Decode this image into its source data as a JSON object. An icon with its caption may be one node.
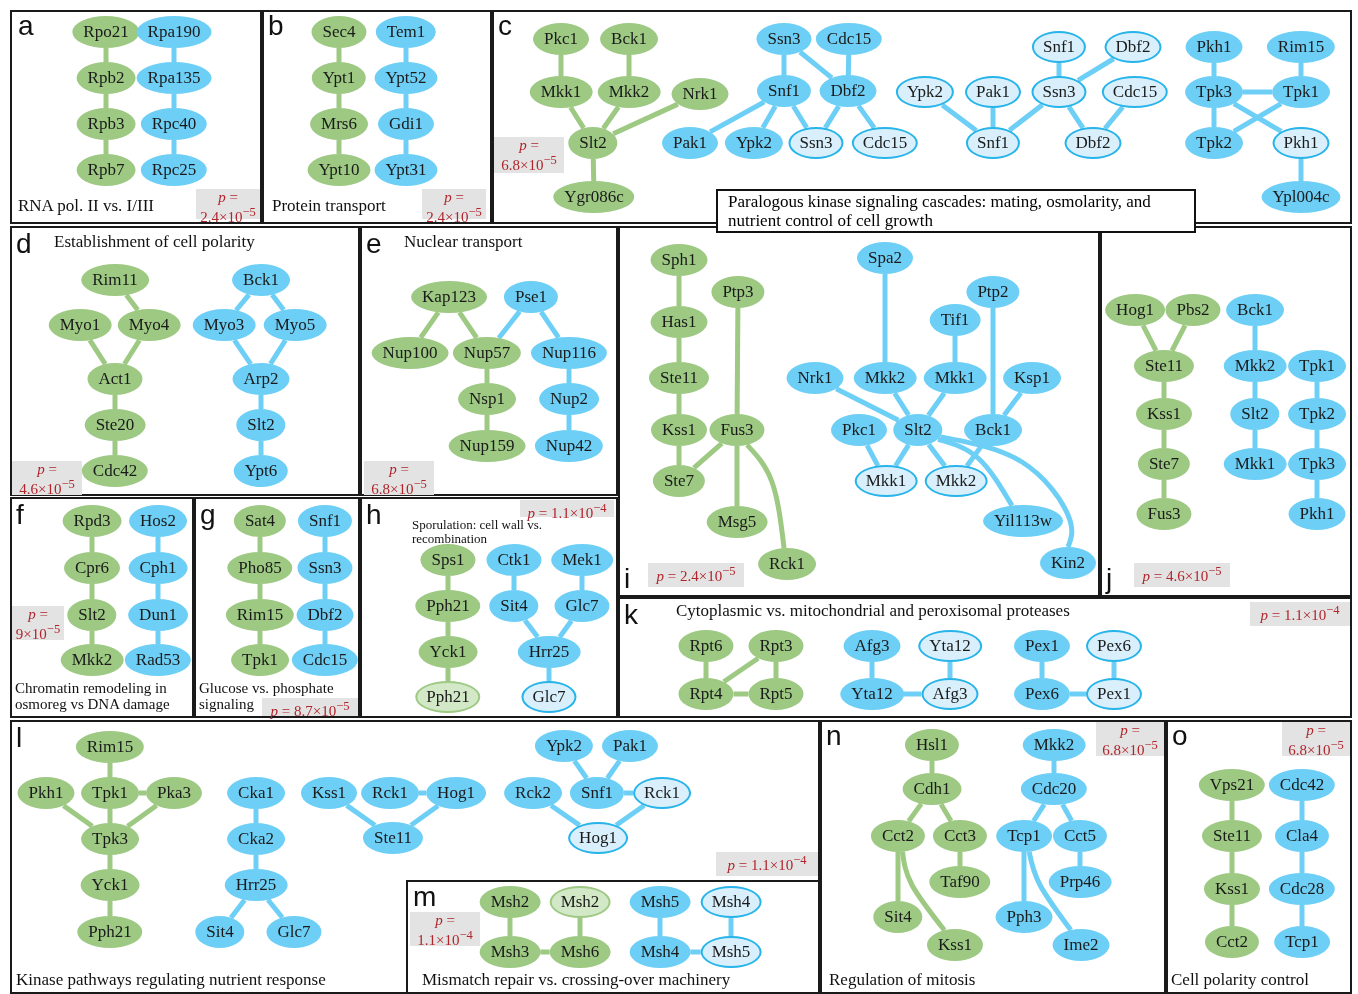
{
  "diagram": {
    "nodes": [
      {
        "text": [
          "a",
          "RNA pol. II vs. I/III",
          "*p* = 2.4×10$^{−5}$"
        ]
      },
      {
        "text": [
          "Rpo21"
        ],
        "in": 0
      },
      {
        "text": [
          "Rpb2"
        ],
        "in": 0
      },
      {
        "text": [
          "Rpb3"
        ],
        "in": 0
      },
      {
        "text": [
          "Rpb7"
        ],
        "in": 0
      },
      {
        "text": [
          "Rpa190"
        ],
        "in": 0
      },
      {
        "text": [
          "Rpa135"
        ],
        "in": 0
      },
      {
        "text": [
          "Rpc40"
        ],
        "in": 0
      },
      {
        "text": [
          "Rpc25"
        ],
        "in": 0
      },
      {
        "text": [
          "b",
          "Protein transport",
          "*p* = 2.4×10$^{−5}$"
        ]
      },
      {
        "text": [
          "Sec4"
        ],
        "in": 9
      },
      {
        "text": [
          "Ypt1"
        ],
        "in": 9
      },
      {
        "text": [
          "Mrs6"
        ],
        "in": 9
      },
      {
        "text": [
          "Ypt10"
        ],
        "in": 9
      },
      {
        "text": [
          "Tem1"
        ],
        "in": 9
      },
      {
        "text": [
          "Ypt52"
        ],
        "in": 9
      },
      {
        "text": [
          "Gdi1"
        ],
        "in": 9
      },
      {
        "text": [
          "Ypt31"
        ],
        "in": 9
      },
      {
        "text": [
          "c",
          "*p* = 6.8×10$^{−5}$"
        ]
      },
      {
        "text": [
          "Pkc1"
        ],
        "in": 18
      },
      {
        "text": [
          "Bck1"
        ],
        "in": 18
      },
      {
        "text": [
          "Mkk1"
        ],
        "in": 18
      },
      {
        "text": [
          "Mkk2"
        ],
        "in": 18
      },
      {
        "text": [
          "Nrk1"
        ],
        "in": 18
      },
      {
        "text": [
          "Slt2"
        ],
        "in": 18
      },
      {
        "text": [
          "Ygr086c"
        ],
        "in": 18
      },
      {
        "text": [
          "Ssn3"
        ],
        "in": 18
      },
      {
        "text": [
          "Cdc15"
        ],
        "in": 18
      },
      {
        "text": [
          "Snf1"
        ],
        "in": 18
      },
      {
        "text": [
          "Dbf2"
        ],
        "in": 18
      },
      {
        "text": [
          "Pak1"
        ],
        "in": 18
      },
      {
        "text": [
          "Ypk2"
        ],
        "in": 18
      },
      {
        "text": [
          "Ssn3"
        ],
        "in": 18
      },
      {
        "text": [
          "Cdc15"
        ],
        "in": 18
      },
      {
        "text": [
          "Snf1"
        ],
        "in": 18
      },
      {
        "text": [
          "Dbf2"
        ],
        "in": 18
      },
      {
        "text": [
          "Ypk2"
        ],
        "in": 18
      },
      {
        "text": [
          "Pak1"
        ],
        "in": 18
      },
      {
        "text": [
          "Ssn3"
        ],
        "in": 18
      },
      {
        "text": [
          "Cdc15"
        ],
        "in": 18
      },
      {
        "text": [
          "Snf1"
        ],
        "in": 18
      },
      {
        "text": [
          "Dbf2"
        ],
        "in": 18
      },
      {
        "text": [
          "Pkh1"
        ],
        "in": 18
      },
      {
        "text": [
          "Rim15"
        ],
        "in": 18
      },
      {
        "text": [
          "Tpk3"
        ],
        "in": 18
      },
      {
        "text": [
          "Tpk1"
        ],
        "in": 18
      },
      {
        "text": [
          "Tpk2"
        ],
        "in": 18
      },
      {
        "text": [
          "Pkh1"
        ],
        "in": 18
      },
      {
        "text": [
          "Ypl004c"
        ],
        "in": 18
      },
      {
        "text": [
          "Paralogous kinase signaling cascades: mating, osmolarity, and nutrient control of cell growth"
        ]
      },
      {
        "text": [
          "d",
          "Establishment of cell polarity",
          "*p* = 4.6×10$^{−5}$"
        ]
      },
      {
        "text": [
          "Rim11"
        ],
        "in": 50
      },
      {
        "text": [
          "Myo1"
        ],
        "in": 50
      },
      {
        "text": [
          "Myo4"
        ],
        "in": 50
      },
      {
        "text": [
          "Act1"
        ],
        "in": 50
      },
      {
        "text": [
          "Ste20"
        ],
        "in": 50
      },
      {
        "text": [
          "Cdc42"
        ],
        "in": 50
      },
      {
        "text": [
          "Bck1"
        ],
        "in": 50
      },
      {
        "text": [
          "Myo3"
        ],
        "in": 50
      },
      {
        "text": [
          "Myo5"
        ],
        "in": 50
      },
      {
        "text": [
          "Arp2"
        ],
        "in": 50
      },
      {
        "text": [
          "Slt2"
        ],
        "in": 50
      },
      {
        "text": [
          "Ypt6"
        ],
        "in": 50
      },
      {
        "text": [
          "e",
          "Nuclear transport",
          "*p* = 6.8×10$^{−5}$"
        ]
      },
      {
        "text": [
          "Kap123"
        ],
        "in": 63
      },
      {
        "text": [
          "Nup100"
        ],
        "in": 63
      },
      {
        "text": [
          "Nup57"
        ],
        "in": 63
      },
      {
        "text": [
          "Nsp1"
        ],
        "in": 63
      },
      {
        "text": [
          "Nup159"
        ],
        "in": 63
      },
      {
        "text": [
          "Pse1"
        ],
        "in": 63
      },
      {
        "text": [
          "Nup116"
        ],
        "in": 63
      },
      {
        "text": [
          "Nup2"
        ],
        "in": 63
      },
      {
        "text": [
          "Nup42"
        ],
        "in": 63
      },
      {
        "text": [
          "f",
          "*p* = 9×10$^{−5}$",
          "Chromatin remodeling in osmoreg vs DNA damage"
        ]
      },
      {
        "text": [
          "Rpd3"
        ],
        "in": 73
      },
      {
        "text": [
          "Cpr6"
        ],
        "in": 73
      },
      {
        "text": [
          "Slt2"
        ],
        "in": 73
      },
      {
        "text": [
          "Mkk2"
        ],
        "in": 73
      },
      {
        "text": [
          "Hos2"
        ],
        "in": 73
      },
      {
        "text": [
          "Cph1"
        ],
        "in": 73
      },
      {
        "text": [
          "Dun1"
        ],
        "in": 73
      },
      {
        "text": [
          "Rad53"
        ],
        "in": 73
      },
      {
        "text": [
          "g",
          "Glucose vs. phosphate signaling",
          "*p* = 8.7×10$^{−5}$"
        ]
      },
      {
        "text": [
          "Sat4"
        ],
        "in": 82
      },
      {
        "text": [
          "Pho85"
        ],
        "in": 82
      },
      {
        "text": [
          "Rim15"
        ],
        "in": 82
      },
      {
        "text": [
          "Tpk1"
        ],
        "in": 82
      },
      {
        "text": [
          "Snf1"
        ],
        "in": 82
      },
      {
        "text": [
          "Ssn3"
        ],
        "in": 82
      },
      {
        "text": [
          "Dbf2"
        ],
        "in": 82
      },
      {
        "text": [
          "Cdc15"
        ],
        "in": 82
      },
      {
        "text": [
          "h",
          "*p* = 1.1×10$^{−4}$",
          "Sporulation: cell wall vs. recombination"
        ]
      },
      {
        "text": [
          "Sps1"
        ],
        "in": 91
      },
      {
        "text": [
          "Pph21"
        ],
        "in": 91
      },
      {
        "text": [
          "Yck1"
        ],
        "in": 91
      },
      {
        "text": [
          "Pph21"
        ],
        "in": 91
      },
      {
        "text": [
          "Ctk1"
        ],
        "in": 91
      },
      {
        "text": [
          "Mek1"
        ],
        "in": 91
      },
      {
        "text": [
          "Sit4"
        ],
        "in": 91
      },
      {
        "text": [
          "Glc7"
        ],
        "in": 91
      },
      {
        "text": [
          "Hrr25"
        ],
        "in": 91
      },
      {
        "text": [
          "Glc7"
        ],
        "in": 91
      },
      {
        "text": [
          "i",
          "*p* = 2.4×10$^{−5}$"
        ]
      },
      {
        "text": [
          "Sph1"
        ],
        "in": 102
      },
      {
        "text": [
          "Ptp3"
        ],
        "in": 102
      },
      {
        "text": [
          "Has1"
        ],
        "in": 102
      },
      {
        "text": [
          "Ste11"
        ],
        "in": 102
      },
      {
        "text": [
          "Kss1"
        ],
        "in": 102
      },
      {
        "text": [
          "Fus3"
        ],
        "in": 102
      },
      {
        "text": [
          "Ste7"
        ],
        "in": 102
      },
      {
        "text": [
          "Msg5"
        ],
        "in": 102
      },
      {
        "text": [
          "Rck1"
        ],
        "in": 102
      },
      {
        "text": [
          "Spa2"
        ],
        "in": 102
      },
      {
        "text": [
          "Ptp2"
        ],
        "in": 102
      },
      {
        "text": [
          "Tif1"
        ],
        "in": 102
      },
      {
        "text": [
          "Nrk1"
        ],
        "in": 102
      },
      {
        "text": [
          "Mkk2"
        ],
        "in": 102
      },
      {
        "text": [
          "Mkk1"
        ],
        "in": 102
      },
      {
        "text": [
          "Ksp1"
        ],
        "in": 102
      },
      {
        "text": [
          "Pkc1"
        ],
        "in": 102
      },
      {
        "text": [
          "Slt2"
        ],
        "in": 102
      },
      {
        "text": [
          "Bck1"
        ],
        "in": 102
      },
      {
        "text": [
          "Mkk1"
        ],
        "in": 102
      },
      {
        "text": [
          "Mkk2"
        ],
        "in": 102
      },
      {
        "text": [
          "Yil113w"
        ],
        "in": 102
      },
      {
        "text": [
          "Kin2"
        ],
        "in": 102
      },
      {
        "text": [
          "j",
          "*p* = 4.6×10$^{−5}$"
        ]
      },
      {
        "text": [
          "Hog1"
        ],
        "in": 126
      },
      {
        "text": [
          "Pbs2"
        ],
        "in": 126
      },
      {
        "text": [
          "Ste11"
        ],
        "in": 126
      },
      {
        "text": [
          "Kss1"
        ],
        "in": 126
      },
      {
        "text": [
          "Ste7"
        ],
        "in": 126
      },
      {
        "text": [
          "Fus3"
        ],
        "in": 126
      },
      {
        "text": [
          "Bck1"
        ],
        "in": 126
      },
      {
        "text": [
          "Mkk2"
        ],
        "in": 126
      },
      {
        "text": [
          "Slt2"
        ],
        "in": 126
      },
      {
        "text": [
          "Mkk1"
        ],
        "in": 126
      },
      {
        "text": [
          "Tpk1"
        ],
        "in": 126
      },
      {
        "text": [
          "Tpk2"
        ],
        "in": 126
      },
      {
        "text": [
          "Tpk3"
        ],
        "in": 126
      },
      {
        "text": [
          "Pkh1"
        ],
        "in": 126
      },
      {
        "text": [
          "k",
          "Cytoplasmic vs. mitochondrial and peroxisomal proteases",
          "*p* = 1.1×10$^{−4}$"
        ]
      },
      {
        "text": [
          "Rpt6"
        ],
        "in": 141
      },
      {
        "text": [
          "Rpt3"
        ],
        "in": 141
      },
      {
        "text": [
          "Rpt4"
        ],
        "in": 141
      },
      {
        "text": [
          "Rpt5"
        ],
        "in": 141
      },
      {
        "text": [
          "Afg3"
        ],
        "in": 141
      },
      {
        "text": [
          "Yta12"
        ],
        "in": 141
      },
      {
        "text": [
          "Yta12"
        ],
        "in": 141
      },
      {
        "text": [
          "Afg3"
        ],
        "in": 141
      },
      {
        "text": [
          "Pex1"
        ],
        "in": 141
      },
      {
        "text": [
          "Pex6"
        ],
        "in": 141
      },
      {
        "text": [
          "Pex6"
        ],
        "in": 141
      },
      {
        "text": [
          "Pex1"
        ],
        "in": 141
      },
      {
        "text": [
          "l",
          "*p* = 1.1×10$^{−4}$",
          "Kinase pathways regulating nutrient response"
        ]
      },
      {
        "text": [
          "Rim15"
        ],
        "in": 154
      },
      {
        "text": [
          "Pkh1"
        ],
        "in": 154
      },
      {
        "text": [
          "Tpk1"
        ],
        "in": 154
      },
      {
        "text": [
          "Pka3"
        ],
        "in": 154
      },
      {
        "text": [
          "Tpk3"
        ],
        "in": 154
      },
      {
        "text": [
          "Yck1"
        ],
        "in": 154
      },
      {
        "text": [
          "Pph21"
        ],
        "in": 154
      },
      {
        "text": [
          "Cka1"
        ],
        "in": 154
      },
      {
        "text": [
          "Cka2"
        ],
        "in": 154
      },
      {
        "text": [
          "Hrr25"
        ],
        "in": 154
      },
      {
        "text": [
          "Sit4"
        ],
        "in": 154
      },
      {
        "text": [
          "Glc7"
        ],
        "in": 154
      },
      {
        "text": [
          "Kss1"
        ],
        "in": 154
      },
      {
        "text": [
          "Rck1"
        ],
        "in": 154
      },
      {
        "text": [
          "Hog1"
        ],
        "in": 154
      },
      {
        "text": [
          "Ste11"
        ],
        "in": 154
      },
      {
        "text": [
          "Ypk2"
        ],
        "in": 154
      },
      {
        "text": [
          "Pak1"
        ],
        "in": 154
      },
      {
        "text": [
          "Rck2"
        ],
        "in": 154
      },
      {
        "text": [
          "Snf1"
        ],
        "in": 154
      },
      {
        "text": [
          "Rck1"
        ],
        "in": 154
      },
      {
        "text": [
          "Hog1"
        ],
        "in": 154
      },
      {
        "text": [
          "m",
          "*p* = 1.1×10$^{−4}$",
          "Mismatch repair vs. crossing-over machinery"
        ],
        "in": 154
      },
      {
        "text": [
          "Msh2"
        ],
        "in": 177
      },
      {
        "text": [
          "Msh2"
        ],
        "in": 177
      },
      {
        "text": [
          "Msh3"
        ],
        "in": 177
      },
      {
        "text": [
          "Msh6"
        ],
        "in": 177
      },
      {
        "text": [
          "Msh5"
        ],
        "in": 177
      },
      {
        "text": [
          "Msh4"
        ],
        "in": 177
      },
      {
        "text": [
          "Msh4"
        ],
        "in": 177
      },
      {
        "text": [
          "Msh5"
        ],
        "in": 177
      },
      {
        "text": [
          "n",
          "*p* = 6.8×10$^{−5}$",
          "Regulation of mitosis"
        ]
      },
      {
        "text": [
          "Hsl1"
        ],
        "in": 186
      },
      {
        "text": [
          "Cdh1"
        ],
        "in": 186
      },
      {
        "text": [
          "Cct2"
        ],
        "in": 186
      },
      {
        "text": [
          "Cct3"
        ],
        "in": 186
      },
      {
        "text": [
          "Taf90"
        ],
        "in": 186
      },
      {
        "text": [
          "Sit4"
        ],
        "in": 186
      },
      {
        "text": [
          "Kss1"
        ],
        "in": 186
      },
      {
        "text": [
          "Mkk2"
        ],
        "in": 186
      },
      {
        "text": [
          "Cdc20"
        ],
        "in": 186
      },
      {
        "text": [
          "Tcp1"
        ],
        "in": 186
      },
      {
        "text": [
          "Cct5"
        ],
        "in": 186
      },
      {
        "text": [
          "Prp46"
        ],
        "in": 186
      },
      {
        "text": [
          "Pph3"
        ],
        "in": 186
      },
      {
        "text": [
          "Ime2"
        ],
        "in": 186
      },
      {
        "text": [
          "o",
          "*p* = 6.8×10$^{−5}$",
          "Cell polarity control"
        ]
      },
      {
        "text": [
          "Vps21"
        ],
        "in": 201
      },
      {
        "text": [
          "Ste11"
        ],
        "in": 201
      },
      {
        "text": [
          "Kss1"
        ],
        "in": 201
      },
      {
        "text": [
          "Cct2"
        ],
        "in": 201
      },
      {
        "text": [
          "Cdc42"
        ],
        "in": 201
      },
      {
        "text": [
          "Cla4"
        ],
        "in": 201
      },
      {
        "text": [
          "Cdc28"
        ],
        "in": 201
      },
      {
        "text": [
          "Tcp1"
        ],
        "in": 201
      }
    ],
    "edges": [
      {
        "from": 1,
        "to": 2,
        "arrow": "none",
        "color": "#9dc983"
      },
      {
        "from": 2,
        "to": 3,
        "arrow": "none",
        "color": "#9dc983"
      },
      {
        "from": 3,
        "to": 4,
        "arrow": "none",
        "color": "#9dc983"
      },
      {
        "from": 5,
        "to": 6,
        "arrow": "none"
      },
      {
        "from": 6,
        "to": 7,
        "arrow": "none"
      },
      {
        "from": 7,
        "to": 8,
        "arrow": "none"
      },
      {
        "from": 10,
        "to": 11,
        "arrow": "none",
        "color": "#9dc983"
      },
      {
        "from": 11,
        "to": 12,
        "arrow": "none",
        "color": "#9dc983"
      },
      {
        "from": 12,
        "to": 13,
        "arrow": "none",
        "color": "#9dc983"
      },
      {
        "from": 14,
        "to": 15,
        "arrow": "none"
      },
      {
        "from": 15,
        "to": 16,
        "arrow": "none"
      },
      {
        "from": 16,
        "to": 17,
        "arrow": "none"
      },
      {
        "from": 19,
        "to": 21,
        "arrow": "none",
        "color": "#9dc983"
      },
      {
        "from": 20,
        "to": 22,
        "arrow": "none",
        "color": "#9dc983"
      },
      {
        "from": 21,
        "to": 24,
        "arrow": "none",
        "color": "#9dc983"
      },
      {
        "from": 22,
        "to": 24,
        "arrow": "none",
        "color": "#9dc983"
      },
      {
        "from": 23,
        "to": 24,
        "arrow": "none",
        "color": "#9dc983"
      },
      {
        "from": 24,
        "to": 25,
        "arrow": "none",
        "color": "#9dc983"
      },
      {
        "from": 26,
        "to": 28,
        "arrow": "none"
      },
      {
        "from": 26,
        "to": 29,
        "arrow": "none"
      },
      {
        "from": 27,
        "to": 29,
        "arrow": "none"
      },
      {
        "from": 28,
        "to": 30,
        "arrow": "none"
      },
      {
        "from": 28,
        "to": 31,
        "arrow": "none"
      },
      {
        "from": 28,
        "to": 32,
        "arrow": "none"
      },
      {
        "from": 29,
        "to": 32,
        "arrow": "none"
      },
      {
        "from": 29,
        "to": 33,
        "arrow": "none"
      },
      {
        "from": 34,
        "to": 38,
        "arrow": "none"
      },
      {
        "from": 35,
        "to": 38,
        "arrow": "none"
      },
      {
        "from": 36,
        "to": 40,
        "arrow": "none"
      },
      {
        "from": 37,
        "to": 40,
        "arrow": "none"
      },
      {
        "from": 38,
        "to": 40,
        "arrow": "none"
      },
      {
        "from": 38,
        "to": 41,
        "arrow": "none"
      },
      {
        "from": 39,
        "to": 41,
        "arrow": "none"
      },
      {
        "from": 42,
        "to": 44,
        "arrow": "none"
      },
      {
        "from": 43,
        "to": 45,
        "arrow": "none"
      },
      {
        "from": 44,
        "to": 45,
        "arrow": "none"
      },
      {
        "from": 44,
        "to": 46,
        "arrow": "none"
      },
      {
        "from": 44,
        "to": 47,
        "arrow": "none"
      },
      {
        "from": 45,
        "to": 46,
        "arrow": "none"
      },
      {
        "from": 47,
        "to": 48,
        "arrow": "none"
      },
      {
        "from": 51,
        "to": 53,
        "arrow": "none",
        "color": "#9dc983"
      },
      {
        "from": 52,
        "to": 54,
        "arrow": "none",
        "color": "#9dc983"
      },
      {
        "from": 53,
        "to": 54,
        "arrow": "none",
        "color": "#9dc983"
      },
      {
        "from": 54,
        "to": 55,
        "arrow": "none",
        "color": "#9dc983"
      },
      {
        "from": 55,
        "to": 56,
        "arrow": "none",
        "color": "#9dc983"
      },
      {
        "from": 57,
        "to": 58,
        "arrow": "none"
      },
      {
        "from": 57,
        "to": 59,
        "arrow": "none"
      },
      {
        "from": 58,
        "to": 60,
        "arrow": "none"
      },
      {
        "from": 59,
        "to": 60,
        "arrow": "none"
      },
      {
        "from": 60,
        "to": 61,
        "arrow": "none"
      },
      {
        "from": 61,
        "to": 62,
        "arrow": "none"
      },
      {
        "from": 64,
        "to": 65,
        "arrow": "none",
        "color": "#9dc983"
      },
      {
        "from": 64,
        "to": 66,
        "arrow": "none",
        "color": "#9dc983"
      },
      {
        "from": 66,
        "to": 67,
        "arrow": "none",
        "color": "#9dc983"
      },
      {
        "from": 67,
        "to": 68,
        "arrow": "none",
        "color": "#9dc983"
      },
      {
        "from": 69,
        "to": 66,
        "arrow": "none"
      },
      {
        "from": 69,
        "to": 70,
        "arrow": "none"
      },
      {
        "from": 70,
        "to": 71,
        "arrow": "none"
      },
      {
        "from": 71,
        "to": 72,
        "arrow": "none"
      },
      {
        "from": 74,
        "to": 75,
        "arrow": "none",
        "color": "#9dc983"
      },
      {
        "from": 75,
        "to": 76,
        "arrow": "none",
        "color": "#9dc983"
      },
      {
        "from": 76,
        "to": 77,
        "arrow": "none",
        "color": "#9dc983"
      },
      {
        "from": 78,
        "to": 79,
        "arrow": "none"
      },
      {
        "from": 79,
        "to": 80,
        "arrow": "none"
      },
      {
        "from": 80,
        "to": 81,
        "arrow": "none"
      },
      {
        "from": 83,
        "to": 84,
        "arrow": "none",
        "color": "#9dc983"
      },
      {
        "from": 84,
        "to": 85,
        "arrow": "none",
        "color": "#9dc983"
      },
      {
        "from": 85,
        "to": 86,
        "arrow": "none",
        "color": "#9dc983"
      },
      {
        "from": 87,
        "to": 88,
        "arrow": "none"
      },
      {
        "from": 88,
        "to": 89,
        "arrow": "none"
      },
      {
        "from": 89,
        "to": 90,
        "arrow": "none"
      },
      {
        "from": 92,
        "to": 93,
        "arrow": "none",
        "color": "#9dc983"
      },
      {
        "from": 93,
        "to": 94,
        "arrow": "none",
        "color": "#9dc983"
      },
      {
        "from": 94,
        "to": 95,
        "arrow": "none",
        "color": "#9dc983"
      },
      {
        "from": 96,
        "to": 98,
        "arrow": "none"
      },
      {
        "from": 97,
        "to": 99,
        "arrow": "none"
      },
      {
        "from": 98,
        "to": 100,
        "arrow": "none"
      },
      {
        "from": 99,
        "to": 100,
        "arrow": "none"
      },
      {
        "from": 100,
        "to": 101,
        "arrow": "none"
      },
      {
        "from": 103,
        "to": 105,
        "arrow": "none",
        "color": "#9dc983"
      },
      {
        "from": 105,
        "to": 106,
        "arrow": "none",
        "color": "#9dc983"
      },
      {
        "from": 106,
        "to": 107,
        "arrow": "none",
        "color": "#9dc983"
      },
      {
        "from": 107,
        "to": 109,
        "arrow": "none",
        "color": "#9dc983"
      },
      {
        "from": 104,
        "to": 108,
        "arrow": "none",
        "color": "#9dc983"
      },
      {
        "from": 108,
        "to": 109,
        "arrow": "none",
        "color": "#9dc983"
      },
      {
        "from": 108,
        "to": 110,
        "arrow": "none",
        "color": "#9dc983"
      },
      {
        "from": 108,
        "to": 111,
        "arrow": "none",
        "color": "#9dc983"
      },
      {
        "from": 112,
        "to": 116,
        "arrow": "none"
      },
      {
        "from": 114,
        "to": 117,
        "arrow": "none"
      },
      {
        "from": 113,
        "to": 121,
        "arrow": "none"
      },
      {
        "from": 118,
        "to": 121,
        "arrow": "none"
      },
      {
        "from": 115,
        "to": 120,
        "arrow": "none"
      },
      {
        "from": 116,
        "to": 120,
        "arrow": "none"
      },
      {
        "from": 117,
        "to": 120,
        "arrow": "none"
      },
      {
        "from": 119,
        "to": 122,
        "arrow": "none"
      },
      {
        "from": 120,
        "to": 122,
        "arrow": "none"
      },
      {
        "from": 120,
        "to": 123,
        "arrow": "none"
      },
      {
        "from": 121,
        "to": 123,
        "arrow": "none"
      },
      {
        "from": 120,
        "to": 124,
        "arrow": "none"
      },
      {
        "from": 120,
        "to": 125,
        "arrow": "none"
      },
      {
        "from": 127,
        "to": 129,
        "arrow": "none",
        "color": "#9dc983"
      },
      {
        "from": 128,
        "to": 129,
        "arrow": "none",
        "color": "#9dc983"
      },
      {
        "from": 129,
        "to": 130,
        "arrow": "none",
        "color": "#9dc983"
      },
      {
        "from": 130,
        "to": 131,
        "arrow": "none",
        "color": "#9dc983"
      },
      {
        "from": 131,
        "to": 132,
        "arrow": "none",
        "color": "#9dc983"
      },
      {
        "from": 133,
        "to": 134,
        "arrow": "none"
      },
      {
        "from": 134,
        "to": 135,
        "arrow": "none"
      },
      {
        "from": 135,
        "to": 136,
        "arrow": "none"
      },
      {
        "from": 137,
        "to": 138,
        "arrow": "none"
      },
      {
        "from": 138,
        "to": 139,
        "arrow": "none"
      },
      {
        "from": 139,
        "to": 140,
        "arrow": "none"
      },
      {
        "from": 142,
        "to": 144,
        "arrow": "none",
        "color": "#9dc983"
      },
      {
        "from": 143,
        "to": 144,
        "arrow": "none",
        "color": "#9dc983"
      },
      {
        "from": 143,
        "to": 145,
        "arrow": "none",
        "color": "#9dc983"
      },
      {
        "from": 144,
        "to": 145,
        "arrow": "none",
        "color": "#9dc983"
      },
      {
        "from": 146,
        "to": 148,
        "arrow": "none"
      },
      {
        "from": 147,
        "to": 149,
        "arrow": "none"
      },
      {
        "from": 148,
        "to": 149,
        "arrow": "none"
      },
      {
        "from": 150,
        "to": 152,
        "arrow": "none"
      },
      {
        "from": 151,
        "to": 153,
        "arrow": "none"
      },
      {
        "from": 152,
        "to": 153,
        "arrow": "none"
      },
      {
        "from": 155,
        "to": 157,
        "arrow": "none",
        "color": "#9dc983"
      },
      {
        "from": 156,
        "to": 159,
        "arrow": "none",
        "color": "#9dc983"
      },
      {
        "from": 157,
        "to": 158,
        "arrow": "none",
        "color": "#9dc983"
      },
      {
        "from": 157,
        "to": 159,
        "arrow": "none",
        "color": "#9dc983"
      },
      {
        "from": 158,
        "to": 159,
        "arrow": "none",
        "color": "#9dc983"
      },
      {
        "from": 159,
        "to": 160,
        "arrow": "none",
        "color": "#9dc983"
      },
      {
        "from": 160,
        "to": 161,
        "arrow": "none",
        "color": "#9dc983"
      },
      {
        "from": 162,
        "to": 163,
        "arrow": "none"
      },
      {
        "from": 163,
        "to": 164,
        "arrow": "none"
      },
      {
        "from": 164,
        "to": 165,
        "arrow": "none"
      },
      {
        "from": 164,
        "to": 166,
        "arrow": "none"
      },
      {
        "from": 167,
        "to": 170,
        "arrow": "none"
      },
      {
        "from": 168,
        "to": 169,
        "arrow": "none"
      },
      {
        "from": 169,
        "to": 170,
        "arrow": "none"
      },
      {
        "from": 171,
        "to": 174,
        "arrow": "none"
      },
      {
        "from": 172,
        "to": 174,
        "arrow": "none"
      },
      {
        "from": 174,
        "to": 175,
        "arrow": "none"
      },
      {
        "from": 173,
        "to": 176,
        "arrow": "none"
      },
      {
        "from": 175,
        "to": 176,
        "arrow": "none"
      },
      {
        "from": 178,
        "to": 180,
        "arrow": "none",
        "color": "#9dc983"
      },
      {
        "from": 179,
        "to": 181,
        "arrow": "none",
        "color": "#9dc983"
      },
      {
        "from": 180,
        "to": 181,
        "arrow": "none",
        "color": "#9dc983"
      },
      {
        "from": 182,
        "to": 184,
        "arrow": "none"
      },
      {
        "from": 183,
        "to": 185,
        "arrow": "none"
      },
      {
        "from": 184,
        "to": 185,
        "arrow": "none"
      },
      {
        "from": 187,
        "to": 188,
        "arrow": "none",
        "color": "#9dc983"
      },
      {
        "from": 188,
        "to": 189,
        "arrow": "none",
        "color": "#9dc983"
      },
      {
        "from": 188,
        "to": 190,
        "arrow": "none",
        "color": "#9dc983"
      },
      {
        "from": 190,
        "to": 191,
        "arrow": "none",
        "color": "#9dc983"
      },
      {
        "from": 189,
        "to": 192,
        "arrow": "none",
        "color": "#9dc983"
      },
      {
        "from": 189,
        "to": 193,
        "arrow": "none",
        "color": "#9dc983"
      },
      {
        "from": 194,
        "to": 195,
        "arrow": "none"
      },
      {
        "from": 195,
        "to": 196,
        "arrow": "none"
      },
      {
        "from": 195,
        "to": 197,
        "arrow": "none"
      },
      {
        "from": 197,
        "to": 198,
        "arrow": "none"
      },
      {
        "from": 196,
        "to": 199,
        "arrow": "none"
      },
      {
        "from": 196,
        "to": 200,
        "arrow": "none"
      },
      {
        "from": 202,
        "to": 203,
        "arrow": "none",
        "color": "#9dc983"
      },
      {
        "from": 203,
        "to": 204,
        "arrow": "none",
        "color": "#9dc983"
      },
      {
        "from": 204,
        "to": 205,
        "arrow": "none",
        "color": "#9dc983"
      },
      {
        "from": 206,
        "to": 207,
        "arrow": "none"
      },
      {
        "from": 207,
        "to": 208,
        "arrow": "none"
      },
      {
        "from": 208,
        "to": 209,
        "arrow": "none"
      }
    ]
  }
}
